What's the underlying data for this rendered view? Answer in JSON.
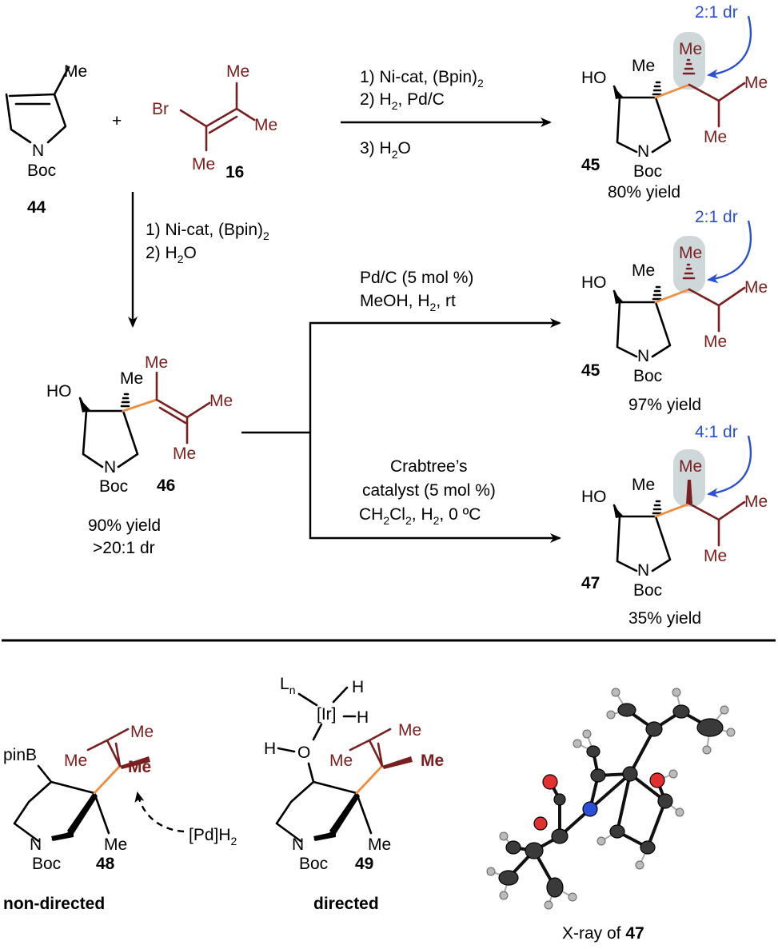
{
  "compounds": {
    "c44": {
      "number": "44",
      "me": "Me",
      "n": "N",
      "boc": "Boc"
    },
    "c16": {
      "number": "16",
      "br": "Br",
      "me1": "Me",
      "me2": "Me",
      "me3": "Me"
    },
    "c45a": {
      "number": "45",
      "ho": "HO",
      "me_q": "Me",
      "me_hl": "Me",
      "me_r1": "Me",
      "me_r2": "Me",
      "n": "N",
      "boc": "Boc",
      "yield": "80% yield",
      "dr": "2:1 dr"
    },
    "c45b": {
      "number": "45",
      "ho": "HO",
      "me_q": "Me",
      "me_hl": "Me",
      "me_r1": "Me",
      "me_r2": "Me",
      "n": "N",
      "boc": "Boc",
      "yield": "97% yield",
      "dr": "2:1 dr"
    },
    "c47": {
      "number": "47",
      "ho": "HO",
      "me_q": "Me",
      "me_hl": "Me",
      "me_r1": "Me",
      "me_r2": "Me",
      "n": "N",
      "boc": "Boc",
      "yield": "35% yield",
      "dr": "4:1 dr"
    },
    "c46": {
      "number": "46",
      "ho": "HO",
      "me_q": "Me",
      "me_v1": "Me",
      "me_v2": "Me",
      "me_v3": "Me",
      "n": "N",
      "boc": "Boc",
      "yield": "90% yield",
      "dr": ">20:1 dr"
    },
    "c48": {
      "number": "48",
      "pinb": "pinB",
      "me_a": "Me",
      "me_b": "Me",
      "me_c": "Me",
      "me_q": "Me",
      "n": "N",
      "boc": "Boc",
      "pd": "[Pd]H",
      "pd_sub": "2",
      "label": "non-directed"
    },
    "c49": {
      "number": "49",
      "ln": "L",
      "ln_sub": "n",
      "ir": "[Ir]",
      "h1": "H",
      "h2": "H",
      "h3": "H",
      "o": "O",
      "me_a": "Me",
      "me_b": "Me",
      "me_c": "Me",
      "me_q": "Me",
      "n": "N",
      "boc": "Boc",
      "label": "directed"
    }
  },
  "plus": "+",
  "conditions": {
    "top": [
      "1) Ni-cat, (Bpin)",
      "2) H",
      ", Pd/C",
      "3) H",
      "O"
    ],
    "vertical": [
      "1) Ni-cat, (Bpin)",
      "2) H",
      "O"
    ],
    "pd": [
      "Pd/C (5 mol %)",
      "MeOH, H",
      ", rt"
    ],
    "crabtree": [
      "Crabtree’s",
      "catalyst (5 mol %)",
      "CH",
      "Cl",
      ", H",
      ", 0 ºC"
    ]
  },
  "xray": {
    "caption_prefix": "X-ray of ",
    "caption_number": "47"
  },
  "colors": {
    "substituent": "#7a1f1f",
    "new_bond": "#f08c3c",
    "dr_arrow": "#2a4fd0",
    "highlight": "#c9d3d6"
  }
}
